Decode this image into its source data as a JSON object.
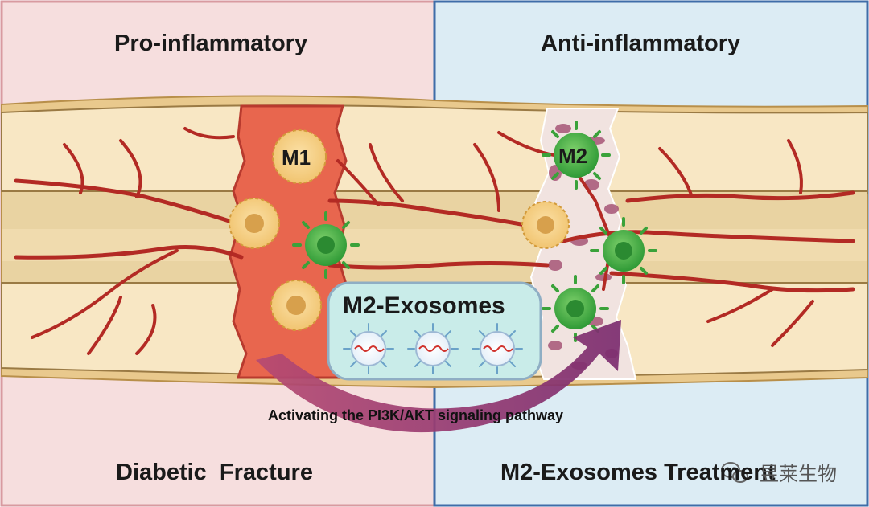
{
  "panels": {
    "left": {
      "title": "Pro-inflammatory",
      "footer": "Diabetic  Fracture"
    },
    "right": {
      "title": "Anti-inflammatory",
      "footer": "M2-Exosomes Treatment"
    }
  },
  "cells": {
    "m1_label": "M1",
    "m2_label": "M2"
  },
  "exosomes": {
    "label": "M2-Exosomes"
  },
  "pathway": {
    "label": "Activating the PI3K/AKT signaling pathway"
  },
  "watermark": {
    "text": "昱莱生物",
    "icon": "wechat-icon"
  },
  "colors": {
    "left_bg": "#f6dede",
    "right_bg": "#dcecf4",
    "left_border": "#d89aa0",
    "right_border": "#3f6da8",
    "bone": "#f8e7c4",
    "marrow": "#e9d3a2",
    "fracture": "#e8664e",
    "vessel": "#b32a24",
    "m1_cell": "#f3c46a",
    "m2_cell": "#46b145",
    "exosome_box": "#c9ece9",
    "arrow": "#8a2f6a"
  }
}
